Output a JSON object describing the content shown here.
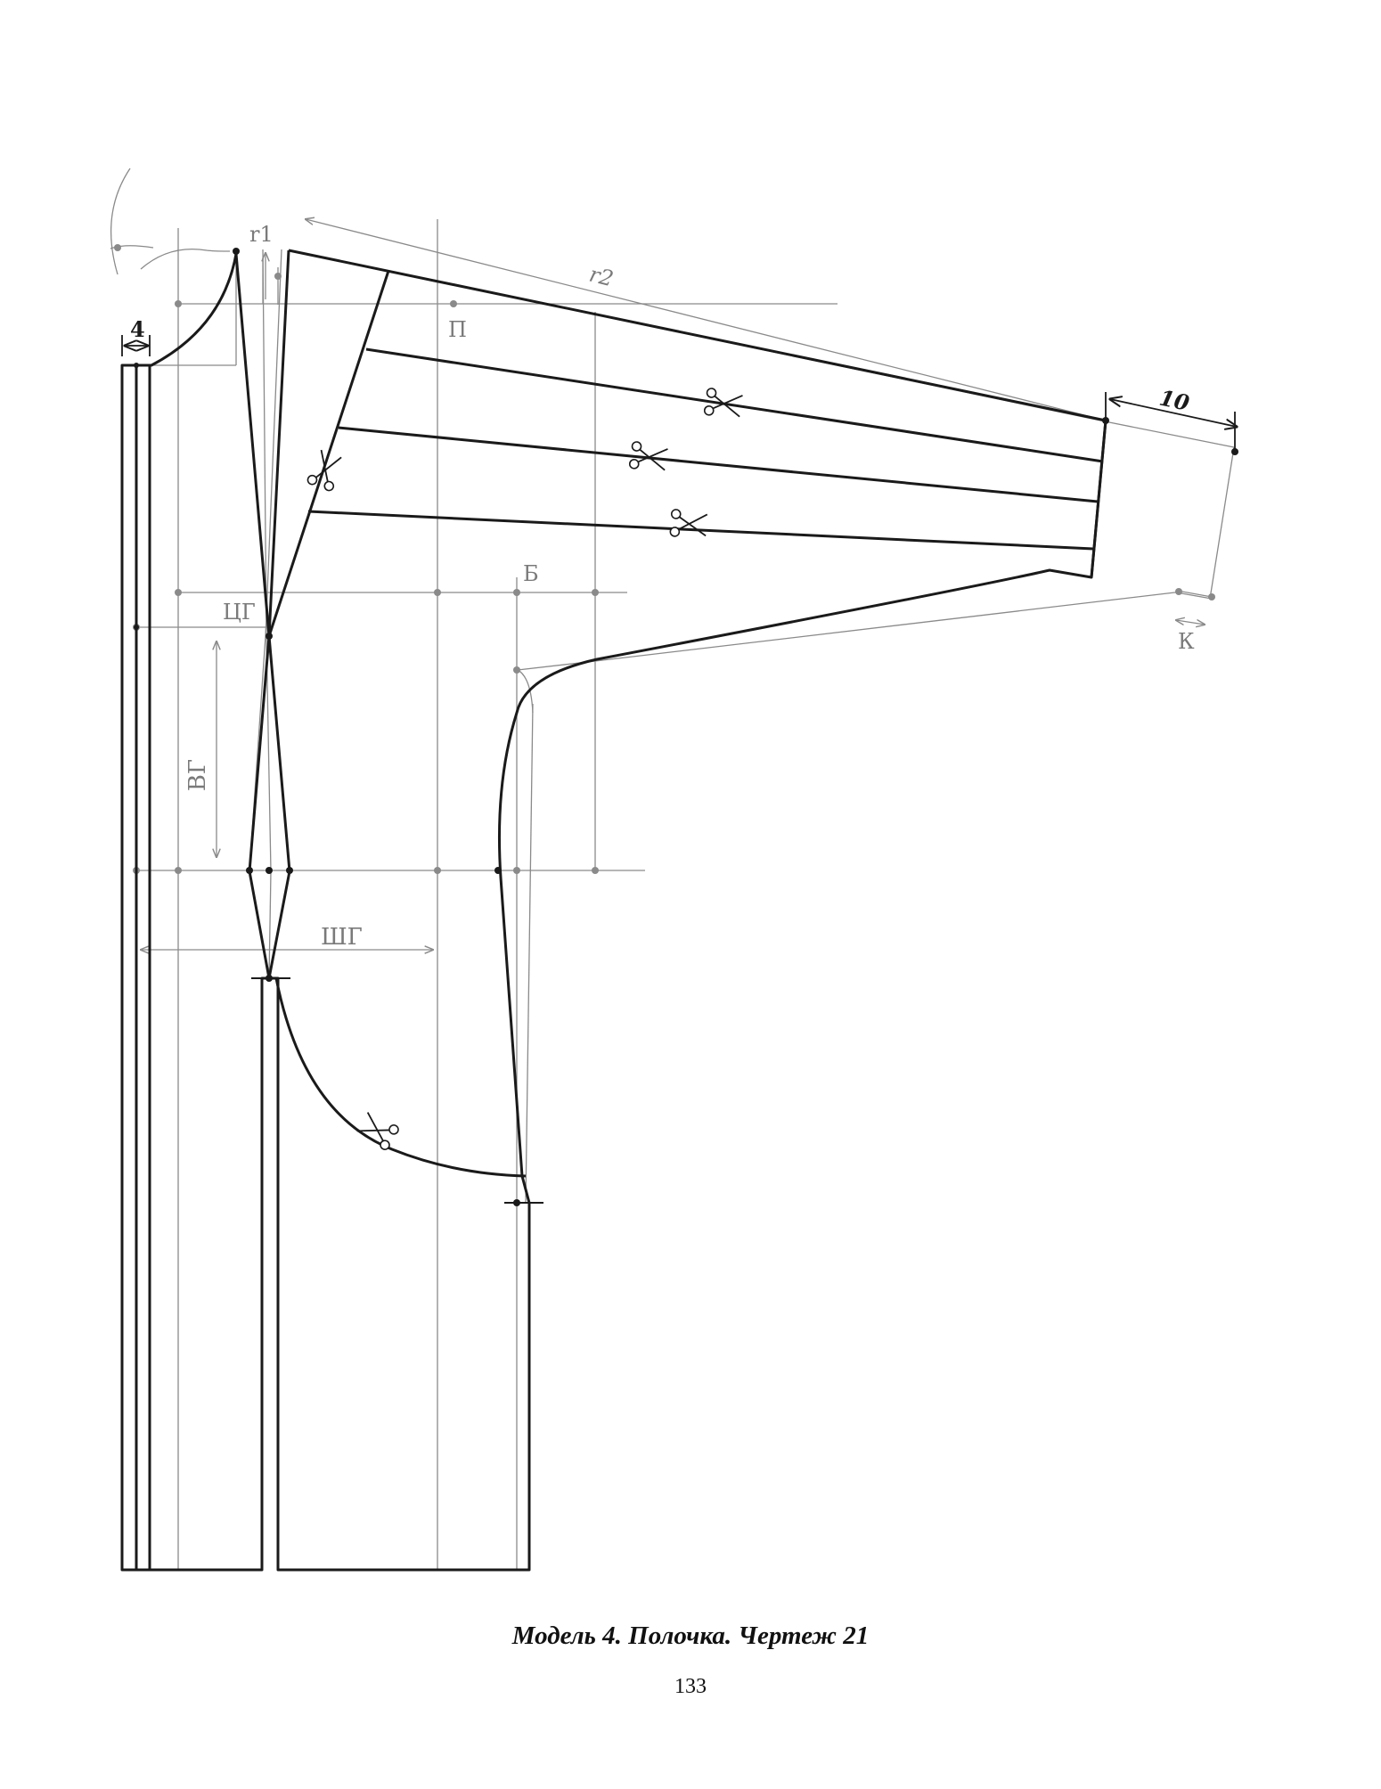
{
  "figure": {
    "labels": {
      "r1": "r1",
      "r2": "r2",
      "shoulder_point": "П",
      "bust_point": "Б",
      "bust_centre": "ЦГ",
      "bust_height": "ВГ",
      "bust_width": "ШГ",
      "cuff": "К"
    },
    "dimensions": {
      "placket_width": "4",
      "sleeve_extension": "10"
    },
    "icons": [
      "scissors-icon"
    ],
    "colors": {
      "ink": "#1a1a1a",
      "construction": "#8a8a8a"
    }
  },
  "caption": "Модель 4. Полочка. Чертеж 21",
  "page_number": "133"
}
